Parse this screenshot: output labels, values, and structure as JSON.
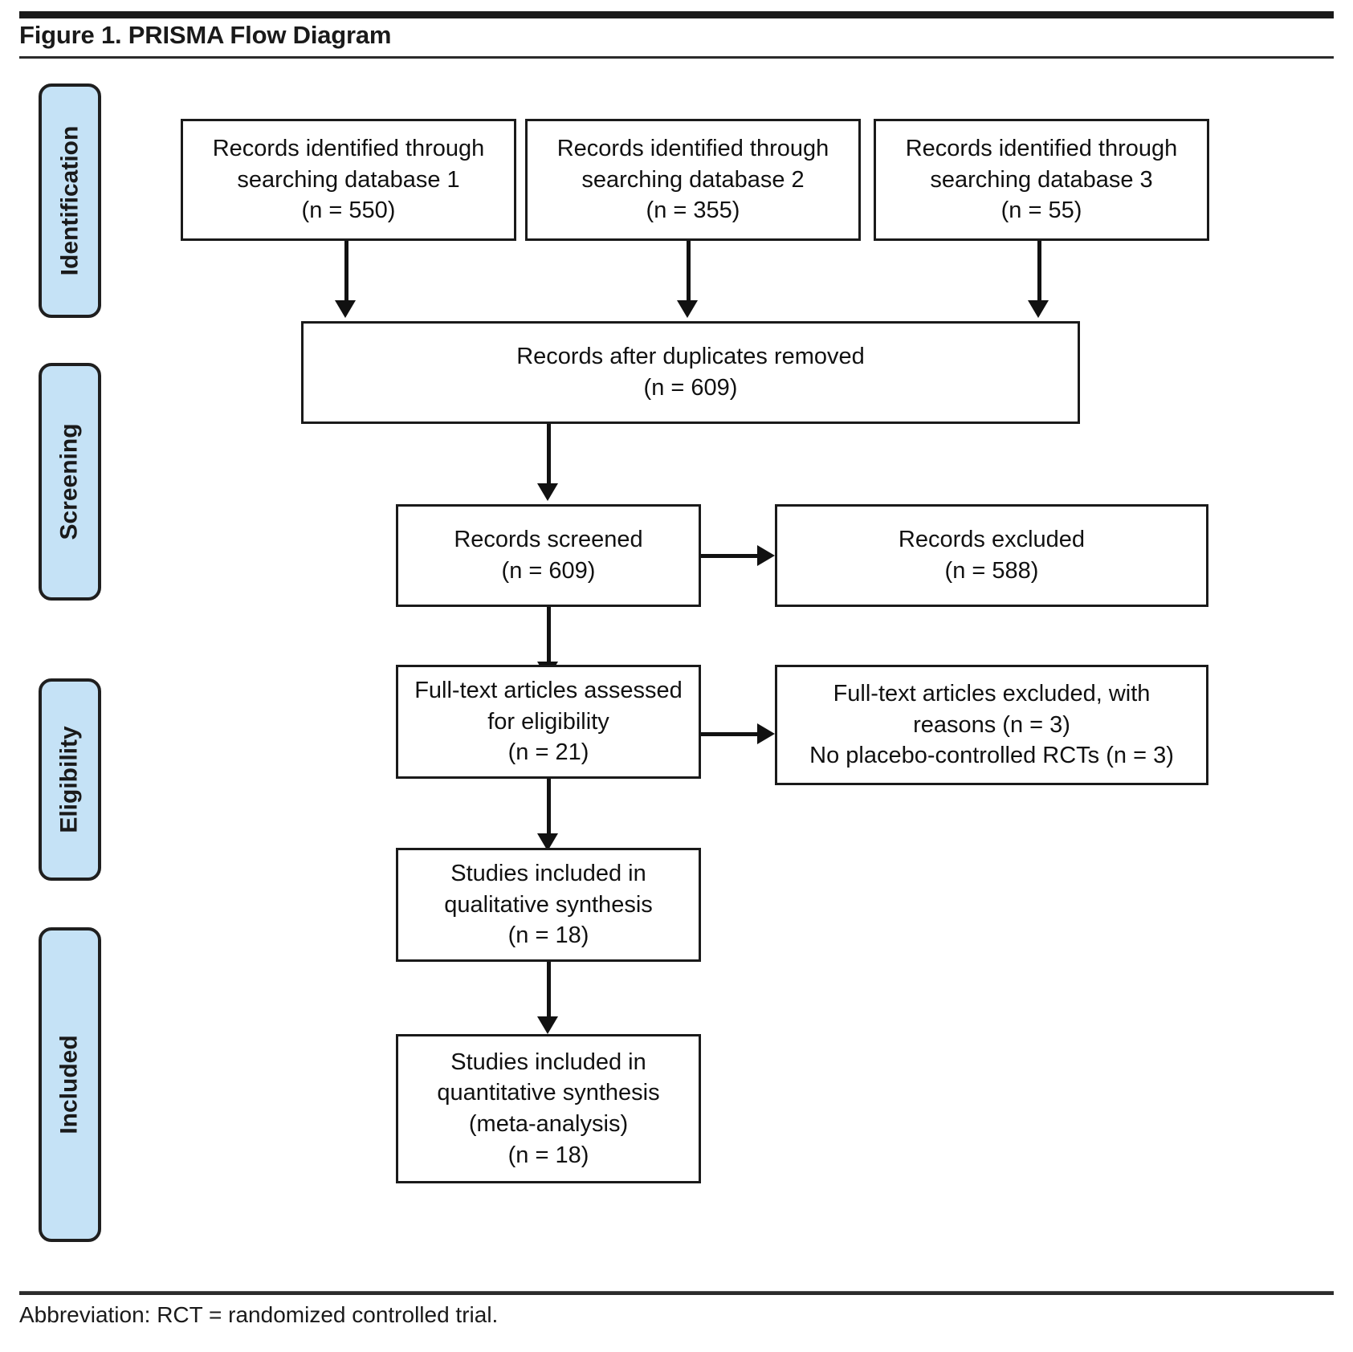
{
  "figure": {
    "title": "Figure 1. PRISMA Flow Diagram",
    "footnote": "Abbreviation: RCT = randomized controlled trial.",
    "accent_color": "#c5e2f6",
    "line_color": "#111111"
  },
  "stages": [
    {
      "label": "Identification"
    },
    {
      "label": "Screening"
    },
    {
      "label": "Eligibility"
    },
    {
      "label": "Included"
    }
  ],
  "chart_data": {
    "type": "diagram",
    "title": "Figure 1. PRISMA Flow Diagram",
    "nodes": [
      {
        "id": "db1",
        "stage": "Identification",
        "lines": [
          "Records identified through",
          "searching database 1",
          "(n = 550)"
        ],
        "n": 550
      },
      {
        "id": "db2",
        "stage": "Identification",
        "lines": [
          "Records identified through",
          "searching database 2",
          "(n = 355)"
        ],
        "n": 355
      },
      {
        "id": "db3",
        "stage": "Identification",
        "lines": [
          "Records identified through",
          "searching database 3",
          "(n = 55)"
        ],
        "n": 55
      },
      {
        "id": "dedup",
        "stage": "Screening",
        "lines": [
          "Records after duplicates removed",
          "(n = 609)"
        ],
        "n": 609
      },
      {
        "id": "screened",
        "stage": "Screening",
        "lines": [
          "Records screened",
          "(n = 609)"
        ],
        "n": 609
      },
      {
        "id": "excluded",
        "stage": "Screening",
        "lines": [
          "Records excluded",
          "(n = 588)"
        ],
        "n": 588
      },
      {
        "id": "fulltext",
        "stage": "Eligibility",
        "lines": [
          "Full-text articles assessed",
          "for eligibility",
          "(n = 21)"
        ],
        "n": 21
      },
      {
        "id": "ft-excluded",
        "stage": "Eligibility",
        "lines": [
          "Full-text articles excluded, with",
          "reasons (n = 3)",
          "No placebo-controlled RCTs (n = 3)"
        ],
        "n": 3
      },
      {
        "id": "qualitative",
        "stage": "Included",
        "lines": [
          "Studies included in",
          "qualitative synthesis",
          "(n = 18)"
        ],
        "n": 18
      },
      {
        "id": "quantitative",
        "stage": "Included",
        "lines": [
          "Studies included in",
          "quantitative synthesis",
          "(meta-analysis)",
          "(n = 18)"
        ],
        "n": 18
      }
    ],
    "edges": [
      {
        "from": "db1",
        "to": "dedup",
        "direction": "down"
      },
      {
        "from": "db2",
        "to": "dedup",
        "direction": "down"
      },
      {
        "from": "db3",
        "to": "dedup",
        "direction": "down"
      },
      {
        "from": "dedup",
        "to": "screened",
        "direction": "down"
      },
      {
        "from": "screened",
        "to": "excluded",
        "direction": "right"
      },
      {
        "from": "screened",
        "to": "fulltext",
        "direction": "down"
      },
      {
        "from": "fulltext",
        "to": "ft-excluded",
        "direction": "right"
      },
      {
        "from": "fulltext",
        "to": "qualitative",
        "direction": "down"
      },
      {
        "from": "qualitative",
        "to": "quantitative",
        "direction": "down"
      }
    ]
  },
  "boxes": {
    "db1": {
      "l1": "Records identified through",
      "l2": "searching database 1",
      "l3": "(n = 550)"
    },
    "db2": {
      "l1": "Records identified through",
      "l2": "searching database 2",
      "l3": "(n = 355)"
    },
    "db3": {
      "l1": "Records identified through",
      "l2": "searching database 3",
      "l3": "(n = 55)"
    },
    "dedup": {
      "l1": "Records after duplicates removed",
      "l2": "(n = 609)"
    },
    "screened": {
      "l1": "Records screened",
      "l2": "(n = 609)"
    },
    "excluded": {
      "l1": "Records excluded",
      "l2": "(n = 588)"
    },
    "fulltext": {
      "l1": "Full-text articles assessed",
      "l2": "for eligibility",
      "l3": "(n = 21)"
    },
    "ftexcluded": {
      "l1": "Full-text articles excluded, with",
      "l2": "reasons (n = 3)",
      "l3": "No placebo-controlled RCTs (n = 3)"
    },
    "qualitative": {
      "l1": "Studies included in",
      "l2": "qualitative synthesis",
      "l3": "(n = 18)"
    },
    "quantitative": {
      "l1": "Studies included in",
      "l2": "quantitative synthesis",
      "l3": "(meta-analysis)",
      "l4": "(n = 18)"
    }
  }
}
